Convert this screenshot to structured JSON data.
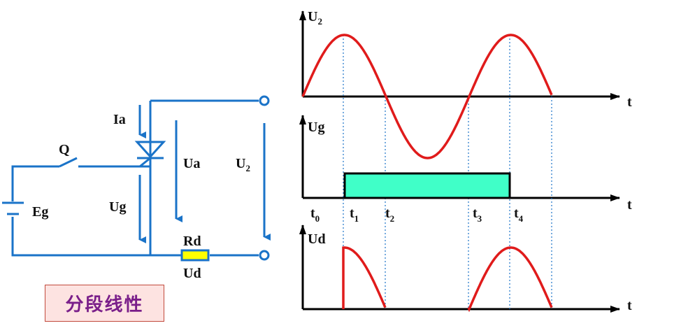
{
  "circuit": {
    "labels": {
      "current": "Ia",
      "switch": "Q",
      "source": "Eg",
      "gate_voltage": "Ug",
      "anode_voltage": "Ua",
      "supply_main": "U",
      "supply_sub": "2",
      "resistor": "Rd",
      "output_voltage": "Ud"
    },
    "wire_color": "#1a73c8",
    "resistor_fill": "#ffff00"
  },
  "title_box": {
    "text": "分段线性"
  },
  "waveforms": {
    "u2_label_main": "U",
    "u2_label_sub": "2",
    "ug_label": "Ug",
    "ud_label": "Ud",
    "time_label": "t",
    "ticks": [
      {
        "main": "t",
        "sub": "0"
      },
      {
        "main": "t",
        "sub": "1"
      },
      {
        "main": "t",
        "sub": "2"
      },
      {
        "main": "t",
        "sub": "3"
      },
      {
        "main": "t",
        "sub": "4"
      }
    ],
    "wave_color": "#e01b1b",
    "pulse_color": "#40ffc8"
  }
}
